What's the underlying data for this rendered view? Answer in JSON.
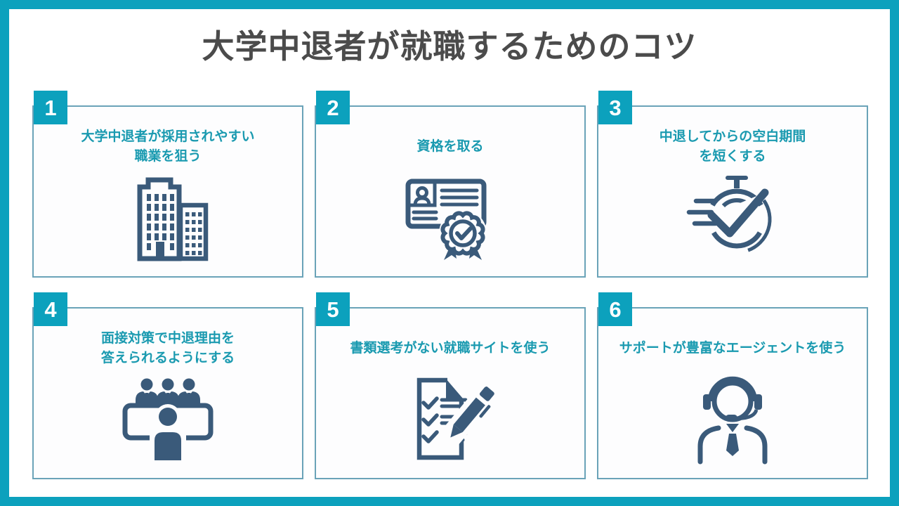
{
  "page": {
    "title": "大学中退者が就職するためのコツ"
  },
  "colors": {
    "frame_teal": "#0ca1bd",
    "badge_teal": "#0ca1bd",
    "heading_gray": "#4b4b4b",
    "card_text_teal": "#1a9ab0",
    "card_border": "#6aa3b8",
    "icon_navy": "#3a5a7a",
    "card_bg": "#fdfdfe"
  },
  "cards": [
    {
      "number": "1",
      "title": "大学中退者が採用されやすい\n職業を狙う",
      "icon": "office-building-icon"
    },
    {
      "number": "2",
      "title": "資格を取る",
      "icon": "certificate-icon"
    },
    {
      "number": "3",
      "title": "中退してからの空白期間\nを短くする",
      "icon": "stopwatch-check-icon"
    },
    {
      "number": "4",
      "title": "面接対策で中退理由を\n答えられるようにする",
      "icon": "interview-panel-icon"
    },
    {
      "number": "5",
      "title": "書類選考がない就職サイトを使う",
      "icon": "checklist-pen-icon"
    },
    {
      "number": "6",
      "title": "サポートが豊富なエージェントを使う",
      "icon": "support-agent-icon"
    }
  ]
}
